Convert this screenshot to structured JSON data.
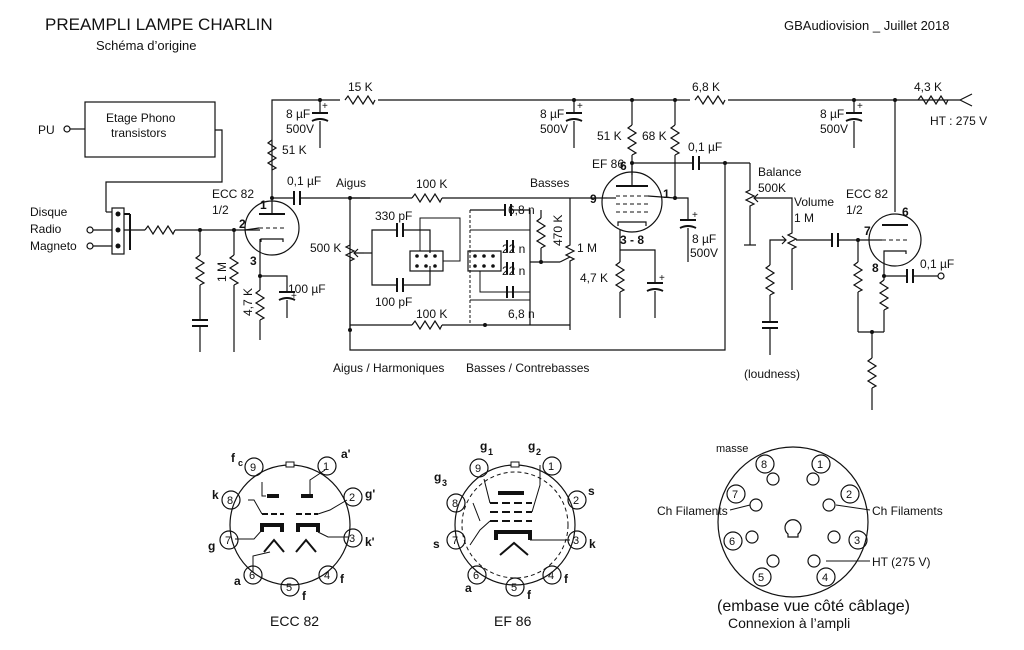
{
  "header": {
    "title": "PREAMPLI LAMPE CHARLIN",
    "subtitle": "Schéma d’origine",
    "credit": "GBAudiovision _ Juillet 2018"
  },
  "inputs": {
    "pu": "PU",
    "phono_line1": "Etage Phono",
    "phono_line2": "transistors",
    "disque": "Disque",
    "radio": "Radio",
    "magneto": "Magneto"
  },
  "components": {
    "r_15k": "15 K",
    "r_68k_top": "6,8 K",
    "r_43k": "4,3 K",
    "ht": "HT : 275 V",
    "c_8uf_1": "8 µF",
    "v_500_1": "500V",
    "c_8uf_2": "8 µF",
    "v_500_2": "500V",
    "c_8uf_3": "8 µF",
    "v_500_3": "500V",
    "r_51k_1": "51 K",
    "r_51k_2": "51 K",
    "r_68k": "68 K",
    "tube1_name": "ECC 82",
    "tube1_half": "1/2",
    "c_01_1": "0,1 µF",
    "aigus": "Aigus",
    "r_100k_top": "100 K",
    "basses": "Basses",
    "c_330pf": "330 pF",
    "c_68n_top": "6,8 n",
    "r_470k": "470 K",
    "c_22n_1": "22 n",
    "c_22n_2": "22 n",
    "pot_500k": "500 K",
    "pot_1m_bass": "1 M",
    "c_100pf": "100 pF",
    "r_100k_bot": "100 K",
    "c_68n_bot": "6,8 n",
    "r_1m_grid": "1 M",
    "r_47k_1": "4,7 K",
    "c_100uf": "100 µF",
    "tube2_name": "EF 86",
    "c_01_2": "0,1 µF",
    "balance": "Balance",
    "balance_val": "500K",
    "volume": "Volume",
    "volume_val": "1 M",
    "tube3_name": "ECC 82",
    "tube3_half": "1/2",
    "c_01_3": "0,1 µF",
    "r_47k_2": "4,7 K",
    "c_8uf_4": "8 µF",
    "v_500_4": "500V",
    "loudness": "(loudness)",
    "aigus_harm": "Aigus / Harmoniques",
    "basses_contre": "Basses / Contrebasses"
  },
  "pins": {
    "t1_p1": "1",
    "t1_p2": "2",
    "t1_p3": "3",
    "t2_p6": "6",
    "t2_p9": "9",
    "t2_p1": "1",
    "t2_p38": "3 - 8",
    "t3_p6": "6",
    "t3_p7": "7",
    "t3_p8": "8"
  },
  "bases": {
    "ecc82": {
      "caption": "ECC 82",
      "pins": [
        "1",
        "2",
        "3",
        "4",
        "5",
        "6",
        "7",
        "8",
        "9"
      ],
      "labels": {
        "fc": "f",
        "fc_sub": "c",
        "a1": "a'",
        "g1": "g'",
        "k1": "k'",
        "f4": "f",
        "f5": "f",
        "a": "a",
        "g": "g",
        "k": "k"
      }
    },
    "ef86": {
      "caption": "EF 86",
      "pins": [
        "1",
        "2",
        "3",
        "4",
        "5",
        "6",
        "7",
        "8",
        "9"
      ],
      "labels": {
        "g1": "g",
        "g1_sub": "1",
        "g2": "g",
        "g2_sub": "2",
        "g3": "g",
        "g3_sub": "3",
        "s_right": "s",
        "k": "k",
        "f4": "f",
        "f5": "f",
        "a": "a",
        "s_left": "s"
      }
    },
    "socket": {
      "pins": [
        "1",
        "2",
        "3",
        "4",
        "5",
        "6",
        "7",
        "8"
      ],
      "masse": "masse",
      "ch_left": "Ch Filaments",
      "ch_right": "Ch Filaments",
      "ht": "HT (275 V)",
      "caption": "(embase vue côté câblage)",
      "subcaption": "Connexion à l’ampli"
    }
  }
}
